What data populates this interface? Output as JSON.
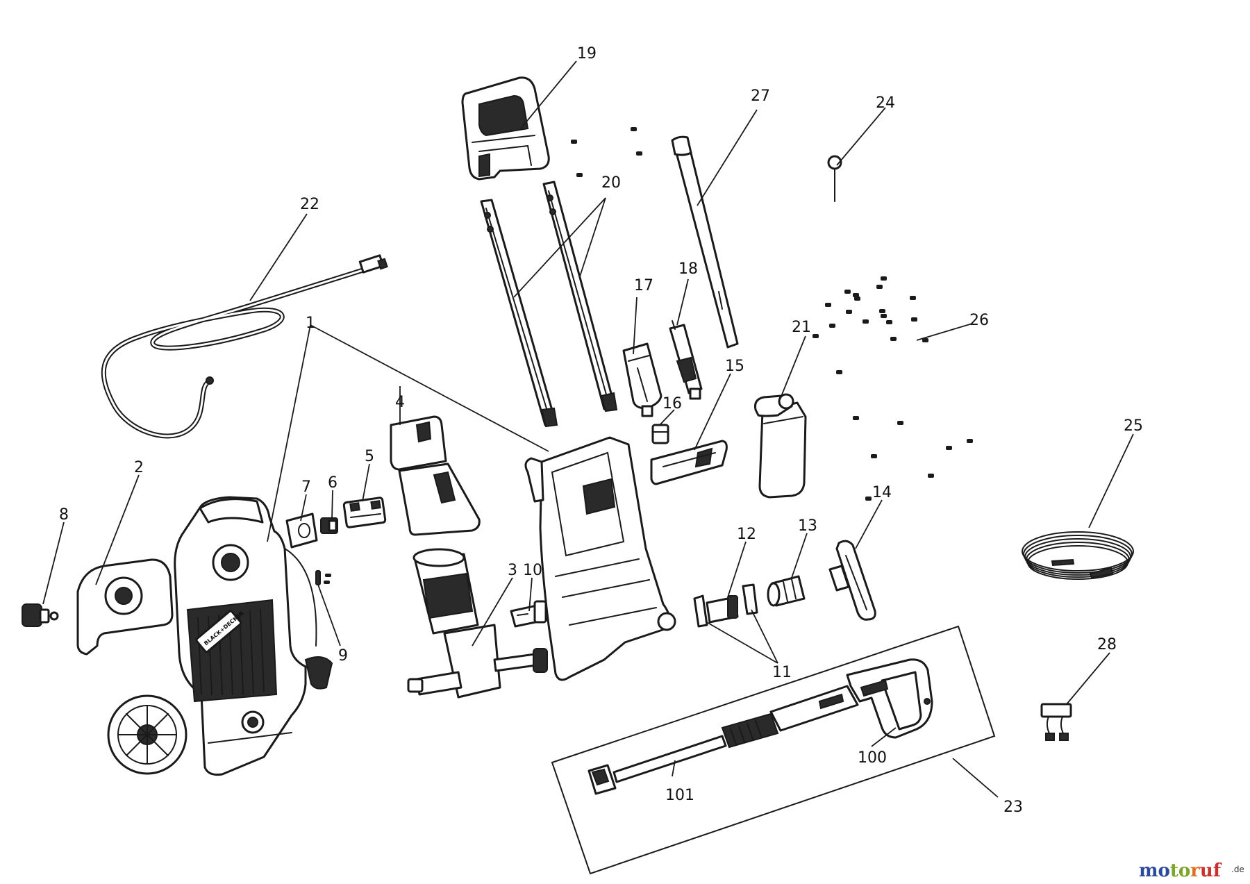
{
  "callouts": [
    {
      "id": "1",
      "label": "1"
    },
    {
      "id": "2",
      "label": "2"
    },
    {
      "id": "3",
      "label": "3"
    },
    {
      "id": "4",
      "label": "4"
    },
    {
      "id": "5",
      "label": "5"
    },
    {
      "id": "6",
      "label": "6"
    },
    {
      "id": "7",
      "label": "7"
    },
    {
      "id": "8",
      "label": "8"
    },
    {
      "id": "9",
      "label": "9"
    },
    {
      "id": "10",
      "label": "10"
    },
    {
      "id": "11",
      "label": "11"
    },
    {
      "id": "12",
      "label": "12"
    },
    {
      "id": "13",
      "label": "13"
    },
    {
      "id": "14",
      "label": "14"
    },
    {
      "id": "15",
      "label": "15"
    },
    {
      "id": "16",
      "label": "16"
    },
    {
      "id": "17",
      "label": "17"
    },
    {
      "id": "18",
      "label": "18"
    },
    {
      "id": "19",
      "label": "19"
    },
    {
      "id": "20",
      "label": "20"
    },
    {
      "id": "21",
      "label": "21"
    },
    {
      "id": "22",
      "label": "22"
    },
    {
      "id": "23",
      "label": "23"
    },
    {
      "id": "24",
      "label": "24"
    },
    {
      "id": "25",
      "label": "25"
    },
    {
      "id": "26",
      "label": "26"
    },
    {
      "id": "27",
      "label": "27"
    },
    {
      "id": "28",
      "label": "28"
    },
    {
      "id": "100",
      "label": "100"
    },
    {
      "id": "101",
      "label": "101"
    }
  ],
  "product_badge": "BLACK+DECKER",
  "watermark": {
    "letters": [
      "m",
      "o",
      "t",
      "o",
      "r",
      "u",
      "f"
    ],
    "letter_colors": [
      "#2b4a9c",
      "#2b4a9c",
      "#7aa62a",
      "#7aa62a",
      "#e0701f",
      "#c9322c",
      "#c9322c"
    ],
    "tld": ".de"
  }
}
